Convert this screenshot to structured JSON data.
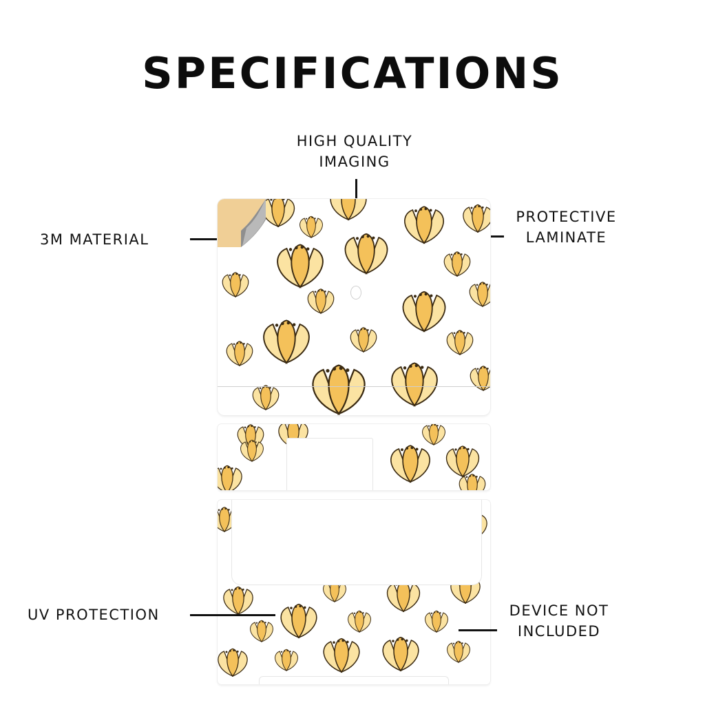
{
  "title": "SPECIFICATIONS",
  "labels": {
    "high_quality_imaging": [
      "HIGH QUALITY",
      "IMAGING"
    ],
    "material": "3M MATERIAL",
    "protective_laminate": [
      "PROTECTIVE",
      "LAMINATE"
    ],
    "uv_protection": "UV PROTECTION",
    "device_not_included": [
      "DEVICE NOT",
      "INCLUDED"
    ]
  },
  "colors": {
    "flower": "#f4c15a",
    "flower_light": "#fbe3a2",
    "outline": "#3a2a12",
    "peel_back": "#f0cf96",
    "peel_curl": "#9a9a9a"
  }
}
